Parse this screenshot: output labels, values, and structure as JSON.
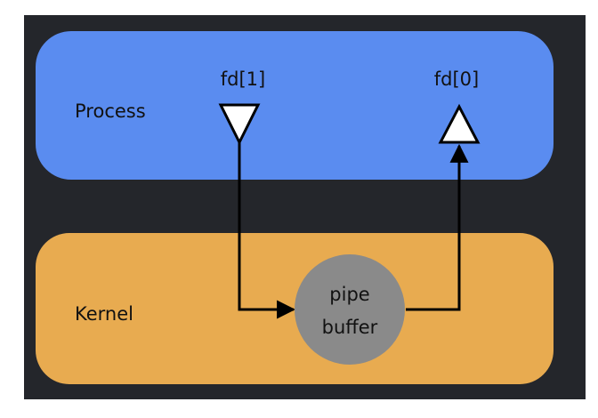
{
  "process": {
    "label": "Process",
    "color": "#5a8cf0"
  },
  "kernel": {
    "label": "Kernel",
    "color": "#e8ab50"
  },
  "write_end": {
    "label": "fd[1]",
    "icon": "down-triangle-icon"
  },
  "read_end": {
    "label": "fd[0]",
    "icon": "up-triangle-icon"
  },
  "buffer": {
    "line1": "pipe",
    "line2": "buffer",
    "color": "#8a8a8a"
  },
  "colors": {
    "background": "#24262b",
    "text": "#111111",
    "arrow": "#000000"
  }
}
